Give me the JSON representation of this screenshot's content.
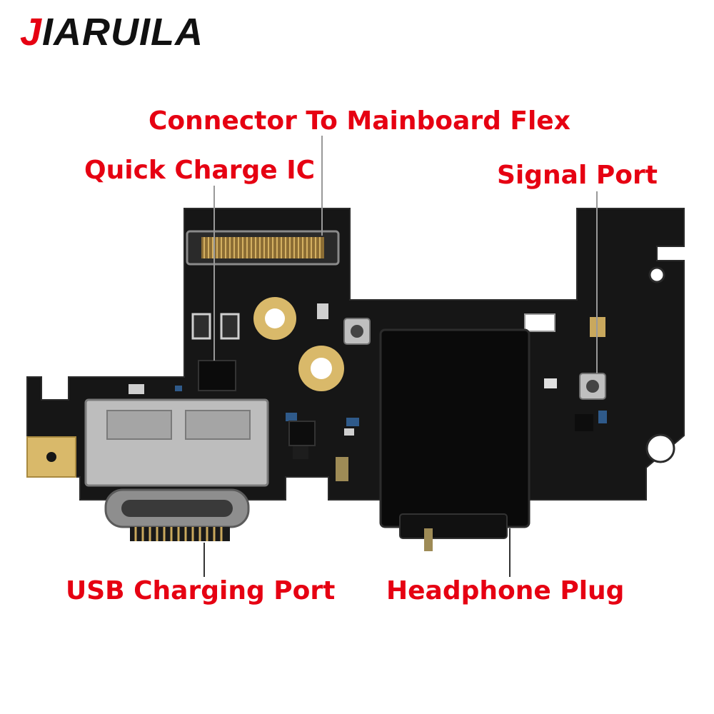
{
  "brand": {
    "first_letter": "J",
    "rest": "IARUILA"
  },
  "labels": {
    "connector": "Connector To Mainboard Flex",
    "quick_charge": "Quick Charge IC",
    "signal_port": "Signal Port",
    "usb_port": "USB Charging Port",
    "headphone": "Headphone Plug"
  },
  "colors": {
    "label_red": "#e60012",
    "pcb": "#161616",
    "gold": "#d9b96a",
    "metal": "#b8b8b8"
  }
}
